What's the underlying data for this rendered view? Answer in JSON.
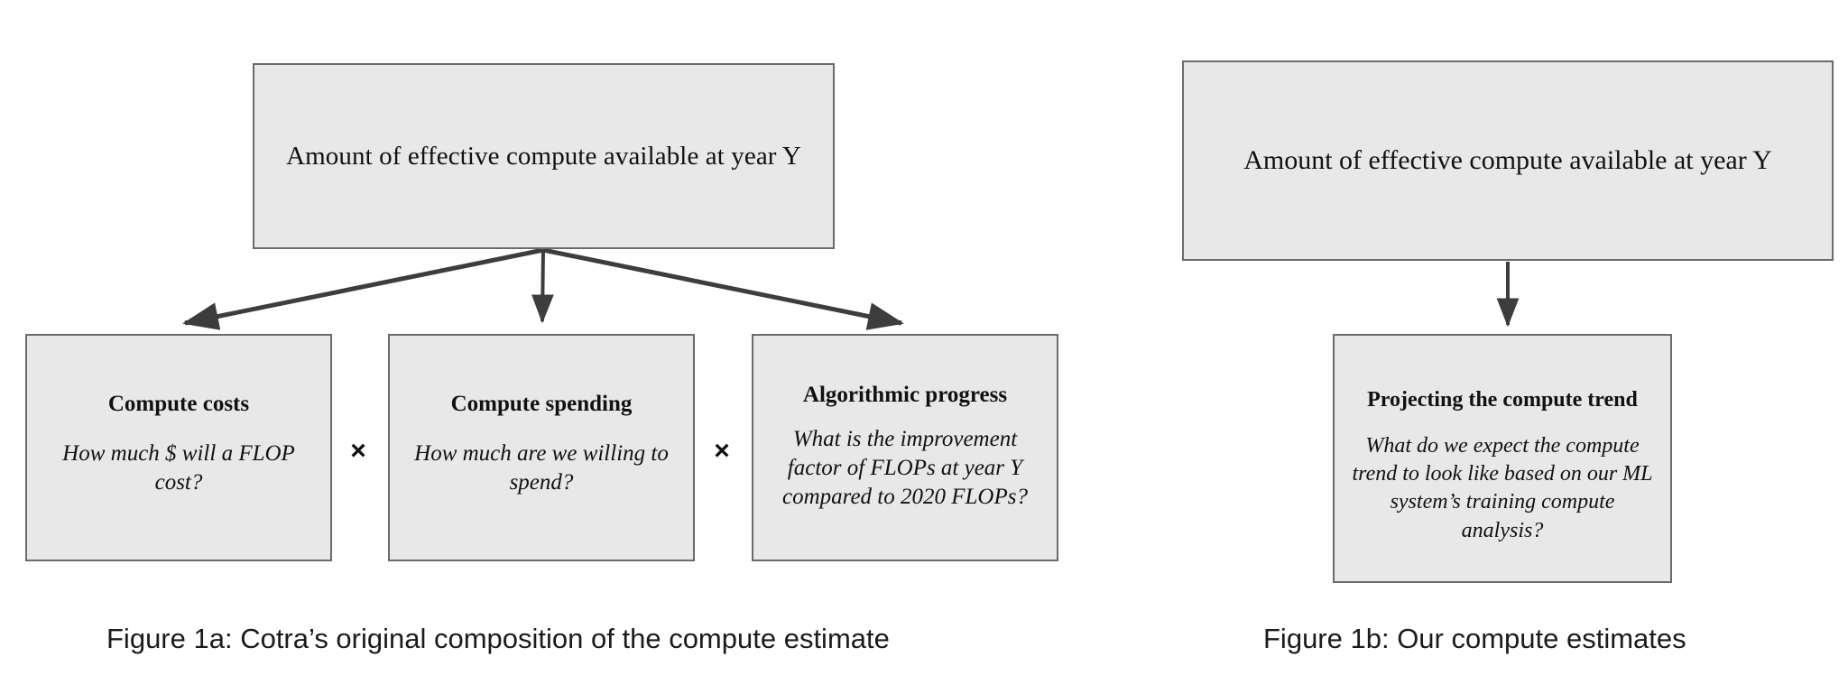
{
  "figures": [
    {
      "id": "figure-1a",
      "caption": "Figure 1a: Cotra’s original composition of the compute estimate",
      "root": {
        "title": "Amount of effective compute available at year Y"
      },
      "operators": [
        "×",
        "×"
      ],
      "leaves": [
        {
          "title": "Compute costs",
          "body": "How much $ will a FLOP cost?"
        },
        {
          "title": "Compute spending",
          "body": "How much are we willing to spend?"
        },
        {
          "title": "Algorithmic progress",
          "body": "What is the improvement factor of FLOPs at year Y compared to 2020 FLOPs?"
        }
      ]
    },
    {
      "id": "figure-1b",
      "caption": "Figure 1b: Our compute estimates",
      "root": {
        "title": "Amount of effective compute available at year Y"
      },
      "leaves": [
        {
          "title": "Projecting the compute trend",
          "body": "What do we expect the compute trend to look like based on our ML system’s training compute analysis?"
        }
      ]
    }
  ],
  "style": {
    "box_fill": "#e8e8e8",
    "box_border": "#6b6b6b",
    "arrow_color": "#3d3d3d",
    "text_color": "#111111",
    "background": "#ffffff"
  }
}
